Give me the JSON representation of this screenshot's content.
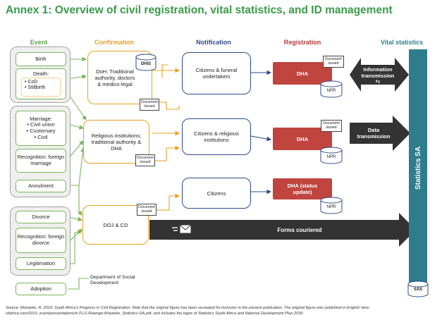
{
  "title": "Annex 1: Overview of civil registration, vital statistics, and ID management",
  "columns": {
    "event": "Event",
    "confirmation": "Confirmation",
    "notification": "Notification",
    "registration": "Registration",
    "vital_statistics": "Vital statistics"
  },
  "events": {
    "birth": "Birth",
    "death": "Death:",
    "death_sub": [
      "• CoD",
      "• Stillbirth"
    ],
    "marriage": "Marriage:",
    "marriage_sub": [
      "• Civil union",
      "• Customary",
      "• Civil"
    ],
    "recognition_foreign_marriage": "Recognition: foreign marriage",
    "annulment": "Annulment",
    "divorce": "Divorce",
    "recognition_foreign_divorce": "Recognition: foreign divorce",
    "legitimation": "Legitimation",
    "adoption": "Adoption"
  },
  "confirmation": {
    "doh": "DoH; Traditional authority, doctors & medico-legal",
    "religious": "Religious institutions; traditional authority & DHA",
    "doj": "DOJ & CD",
    "dhis": "DHIS",
    "dsd": "Department of Social Development"
  },
  "notification": {
    "citizens_funeral": "Citizens & funeral undertakers",
    "citizens_religious": "Citizens & religious institutions",
    "citizens": "Citizens"
  },
  "registration": {
    "dha": "DHA",
    "dha_status": "DHA (status update)",
    "npr": "NPR",
    "document_issued": "Document issued"
  },
  "vital": {
    "information_transmission": "Information transmission",
    "data_transmission": "Data transmission",
    "forms_couriered": "Forms couriered",
    "statistics_sa": "Statistics SA",
    "sas": "SAS"
  },
  "colors": {
    "event_green": "#7cb45c",
    "confirmation_orange": "#e8a11e",
    "notification_blue": "#2f4a8a",
    "registration_red": "#c0453f",
    "vital_teal": "#2e7c8c",
    "arrow_dark": "#333333"
  },
  "source": "Source: Moiuleke, R. 2019. South Africa's Progress in Civil Registration. Note that the original figure has been recreated for inclusion in the present publication. The original figure was published in English here: rdafrica.com/2019_event/presentations/in FL/1-Riaengo-Moiuleke_Statistics-SA.pdf, and includes the logos of Statistics South Africa and National Development Plan 2030."
}
